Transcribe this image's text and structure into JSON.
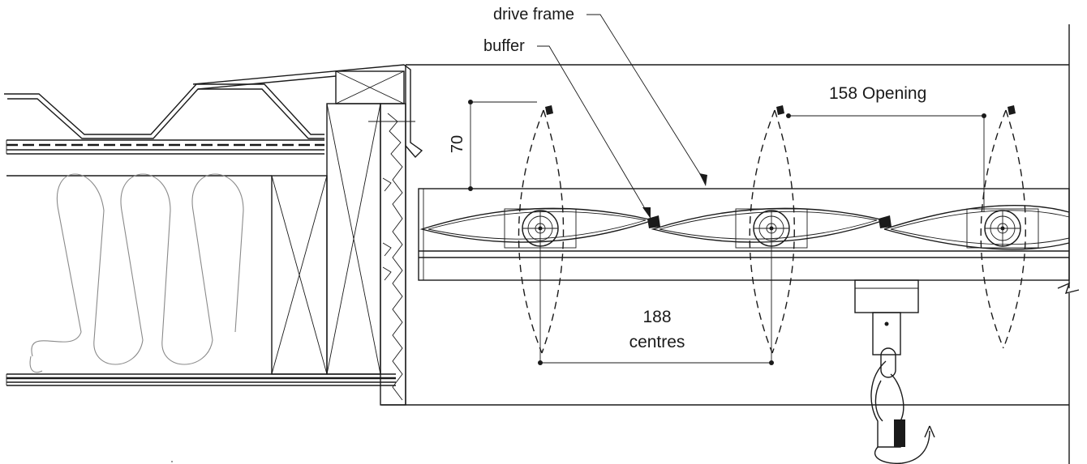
{
  "labels": {
    "drive_frame": "drive frame",
    "buffer": "buffer",
    "opening": "158 Opening",
    "height": "70",
    "centres_value": "188",
    "centres_word": "centres"
  },
  "colors": {
    "ink": "#1a1a1a",
    "insulation": "#8a8a8a",
    "background": "#ffffff"
  },
  "icons": {
    "rotation": "rotation-arrow-icon",
    "hook": "winding-hook-icon"
  }
}
